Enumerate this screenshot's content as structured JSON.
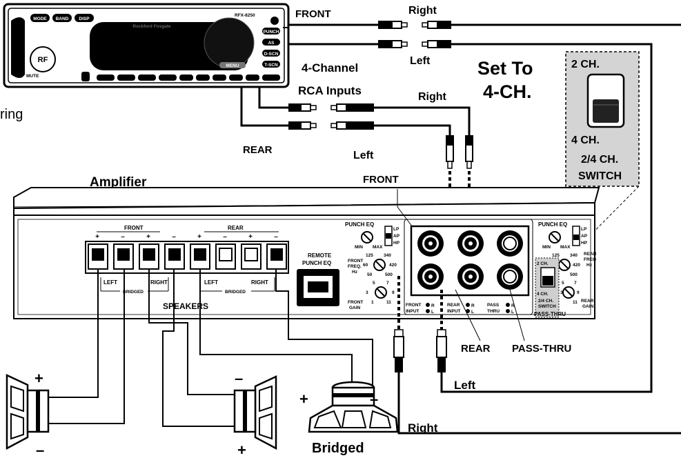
{
  "labels": {
    "front_top": "FRONT",
    "right_top": "Right",
    "left_top": "Left",
    "four_channel": "4-Channel",
    "rca_inputs": "RCA Inputs",
    "right_mid": "Right",
    "rear_hu": "REAR",
    "left_mid": "Left",
    "set_to": "Set To",
    "four_ch": "4-CH.",
    "wiring_partial": "ring",
    "amplifier": "Amplifier",
    "front_rca": "FRONT",
    "rear_rca": "REAR",
    "pass_thru_rca": "PASS-THRU",
    "left_bottom": "Left",
    "right_bottom": "Right",
    "bridged": "Bridged"
  },
  "switch_inset": {
    "two_ch": "2 CH.",
    "four_ch": "4 CH.",
    "switch_line1": "2/4 CH.",
    "switch_line2": "SWITCH"
  },
  "head_unit": {
    "brand": "Rockford Fosgate",
    "model": "RFX-8250",
    "buttons_top": [
      "MODE",
      "BAND",
      "DISP"
    ],
    "buttons_side": [
      "PUNCH",
      "AS",
      "D-SCN",
      "T-SCN"
    ],
    "logo": "RF",
    "mute": "MUTE",
    "knob_label": "MENU"
  },
  "terminals": {
    "front": "FRONT",
    "rear": "REAR",
    "polarity": [
      "+",
      "–",
      "+",
      "–",
      "+",
      "–",
      "+",
      "–"
    ],
    "left_1": "LEFT",
    "right_1": "RIGHT",
    "left_2": "LEFT",
    "right_2": "RIGHT",
    "bridged_1": "BRIDGED",
    "bridged_2": "BRIDGED",
    "speakers": "SPEAKERS"
  },
  "remote": {
    "line1": "REMOTE",
    "line2": "PUNCH EQ"
  },
  "left_controls": {
    "punch_eq": "PUNCH EQ",
    "min": "MIN",
    "max": "MAX",
    "lp": "LP",
    "ap": "AP",
    "hp": "HP",
    "freq_125": "125",
    "freq_340": "340",
    "freq_60": "60",
    "freq_420": "420",
    "freq_50": "50",
    "freq_500": "500",
    "front_freq": "FRONT",
    "freq": "FREQ.",
    "hz": "Hz",
    "gain_5": "5",
    "gain_7": "7",
    "gain_3": "3",
    "gain_9": "9",
    "gain_1": "1",
    "gain_11": "11",
    "front_gain_1": "FRONT",
    "front_gain_2": "GAIN"
  },
  "input_labels": {
    "front_input_1": "FRONT",
    "front_input_2": "INPUT",
    "rear_input_1": "REAR",
    "rear_input_2": "INPUT",
    "pass_1": "PASS",
    "pass_2": "THRU",
    "r": "R",
    "l": "L"
  },
  "right_controls": {
    "punch_eq": "PUNCH EQ",
    "min": "MIN",
    "max": "MAX",
    "lp": "LP",
    "ap": "AP",
    "hp": "HP",
    "freq_125": "125",
    "freq_340": "340",
    "freq_420": "420",
    "freq_500": "500",
    "rear_freq_1": "REAR",
    "rear_freq_2": "FREQ",
    "rear_freq_3": "Hz",
    "two_ch": "2 CH.",
    "four_ch": "4 CH.",
    "sw_24_1": "2/4 CH.",
    "sw_24_2": "SWITCH",
    "pass_thru": "PASS-THRU",
    "gain_5": "5",
    "gain_7": "7",
    "gain_3": "3",
    "gain_9": "9",
    "gain_11": "11",
    "rear_gain_1": "REAR",
    "rear_gain_2": "GAIN"
  },
  "speaker_polarity": {
    "left_plus": "+",
    "left_minus": "–",
    "mid_minus": "–",
    "mid_plus": "+",
    "sub_plus": "+",
    "sub_minus": "–"
  }
}
